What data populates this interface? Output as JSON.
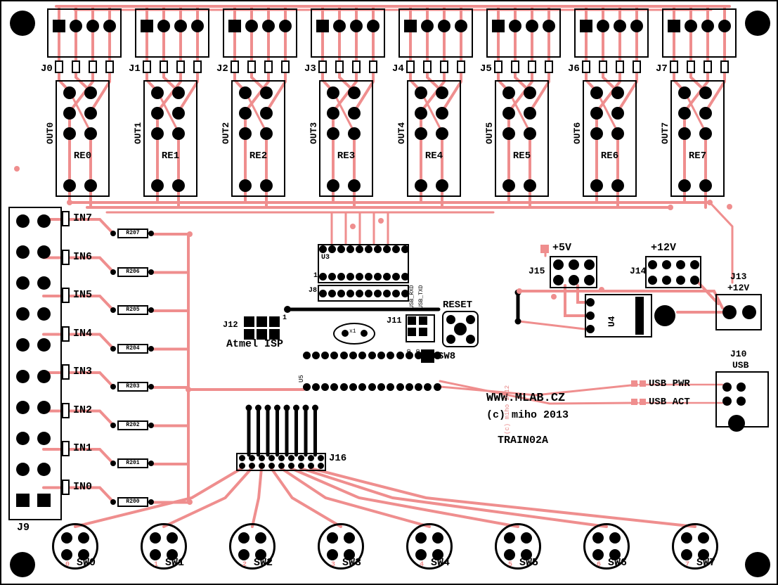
{
  "colors": {
    "trace": "#ef8e8e",
    "silk": "#000000",
    "bg": "#ffffff"
  },
  "branding": {
    "url": "WWW.MLAB.CZ",
    "copyright": "(c) miho 2013",
    "name": "TRAIN02A",
    "trace_copyright": "(c) miho 2012"
  },
  "top_connectors": [
    {
      "jack": "J0",
      "out": "OUT0",
      "relay": "RE0"
    },
    {
      "jack": "J1",
      "out": "OUT1",
      "relay": "RE1"
    },
    {
      "jack": "J2",
      "out": "OUT2",
      "relay": "RE2"
    },
    {
      "jack": "J3",
      "out": "OUT3",
      "relay": "RE3"
    },
    {
      "jack": "J4",
      "out": "OUT4",
      "relay": "RE4"
    },
    {
      "jack": "J5",
      "out": "OUT5",
      "relay": "RE5"
    },
    {
      "jack": "J6",
      "out": "OUT6",
      "relay": "RE6"
    },
    {
      "jack": "J7",
      "out": "OUT7",
      "relay": "RE7"
    }
  ],
  "left_panel": {
    "connector": "J9",
    "rows": [
      {
        "input": "IN7",
        "resistor": "R207"
      },
      {
        "input": "IN6",
        "resistor": "R206"
      },
      {
        "input": "IN5",
        "resistor": "R205"
      },
      {
        "input": "IN4",
        "resistor": "R204"
      },
      {
        "input": "IN3",
        "resistor": "R203"
      },
      {
        "input": "IN2",
        "resistor": "R202"
      },
      {
        "input": "IN1",
        "resistor": "R201"
      },
      {
        "input": "IN0",
        "resistor": "R200"
      }
    ]
  },
  "mcu_area": {
    "u3": "U3",
    "u3_pin1": "1",
    "j8": "J8",
    "usb_rxd": "USB_RXD",
    "usb_txd": "USB_TXD",
    "j11": "J11",
    "txd": "TXD",
    "rxd": "RXD",
    "reset": "RESET",
    "sw8": "SW8",
    "j12": "J12",
    "j12_pin1": "1",
    "isp": "Atmel ISP",
    "x1": "x1",
    "u5": "U5",
    "j16": "J16"
  },
  "power_area": {
    "p5v": "+5V",
    "j15": "J15",
    "p12v": "+12V",
    "j14": "J14",
    "u4": "U4",
    "j13": "J13",
    "j13_voltage": "+12V",
    "j10": "J10",
    "usb": "USB",
    "usb_pwr": "USB PWR",
    "usb_act": "USB ACT"
  },
  "switches": [
    {
      "label": "SW0",
      "num": "0"
    },
    {
      "label": "SW1",
      "num": "1"
    },
    {
      "label": "SW2",
      "num": "2"
    },
    {
      "label": "SW3",
      "num": "3"
    },
    {
      "label": "SW4",
      "num": "4"
    },
    {
      "label": "SW5",
      "num": "5"
    },
    {
      "label": "SW6",
      "num": "6"
    },
    {
      "label": "SW7",
      "num": "7"
    }
  ]
}
